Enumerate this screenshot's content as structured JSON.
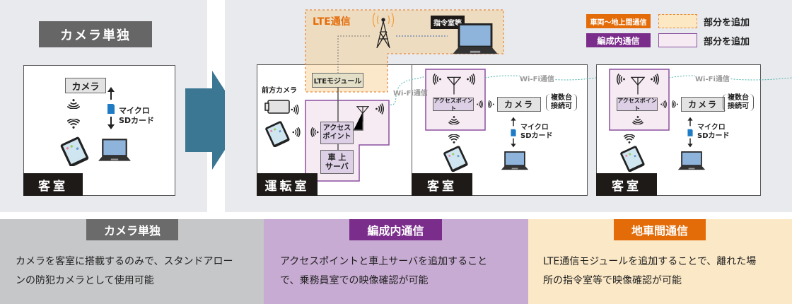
{
  "left": {
    "title": "カメラ単独",
    "camera_label": "カメラ",
    "sd_label_1": "マイクロ",
    "sd_label_2": "SDカード",
    "room_label": "客室"
  },
  "right": {
    "lte_title": "LTE通信",
    "command_room": "指令室等",
    "lte_module": "LTEモジュール",
    "front_camera": "前方カメラ",
    "access_point_1": "アクセス",
    "access_point_2": "ポイント",
    "server_1": "車 上",
    "server_2": "サーバ",
    "access_point_small": "アクセスポイント",
    "camera_label": "カメラ",
    "multi_1": "複数台",
    "multi_2": "接続可",
    "sd_label_1": "マイクロ",
    "sd_label_2": "SDカード",
    "wifi_label": "Wi-Fi通信",
    "rooms": [
      "運転室",
      "客室",
      "客室"
    ]
  },
  "legend": {
    "items": [
      {
        "tag": "車両〜地上間通信",
        "text": "部分を追加",
        "color": "#e36c09"
      },
      {
        "tag": "編成内通信",
        "text": "部分を追加",
        "color": "#7b2d8b"
      }
    ]
  },
  "bottom": [
    {
      "title": "カメラ単独",
      "lines": [
        "カメラを客室に搭載するのみで、スタンドアロー",
        "ンの防犯カメラとして使用可能"
      ],
      "bg": "#c6c7c9",
      "head": "#6b6b6b"
    },
    {
      "title": "編成内通信",
      "lines": [
        "アクセスポイントと車上サーバを追加すること",
        "で、乗務員室での映像確認が可能"
      ],
      "bg": "#c8abd3",
      "head": "#7b2d8b"
    },
    {
      "title": "地車間通信",
      "lines": [
        "LTE通信モジュールを追加することで、離れた場",
        "所の指令室等で映像確認が可能"
      ],
      "bg": "#fbe8c6",
      "head": "#e36c09"
    }
  ]
}
